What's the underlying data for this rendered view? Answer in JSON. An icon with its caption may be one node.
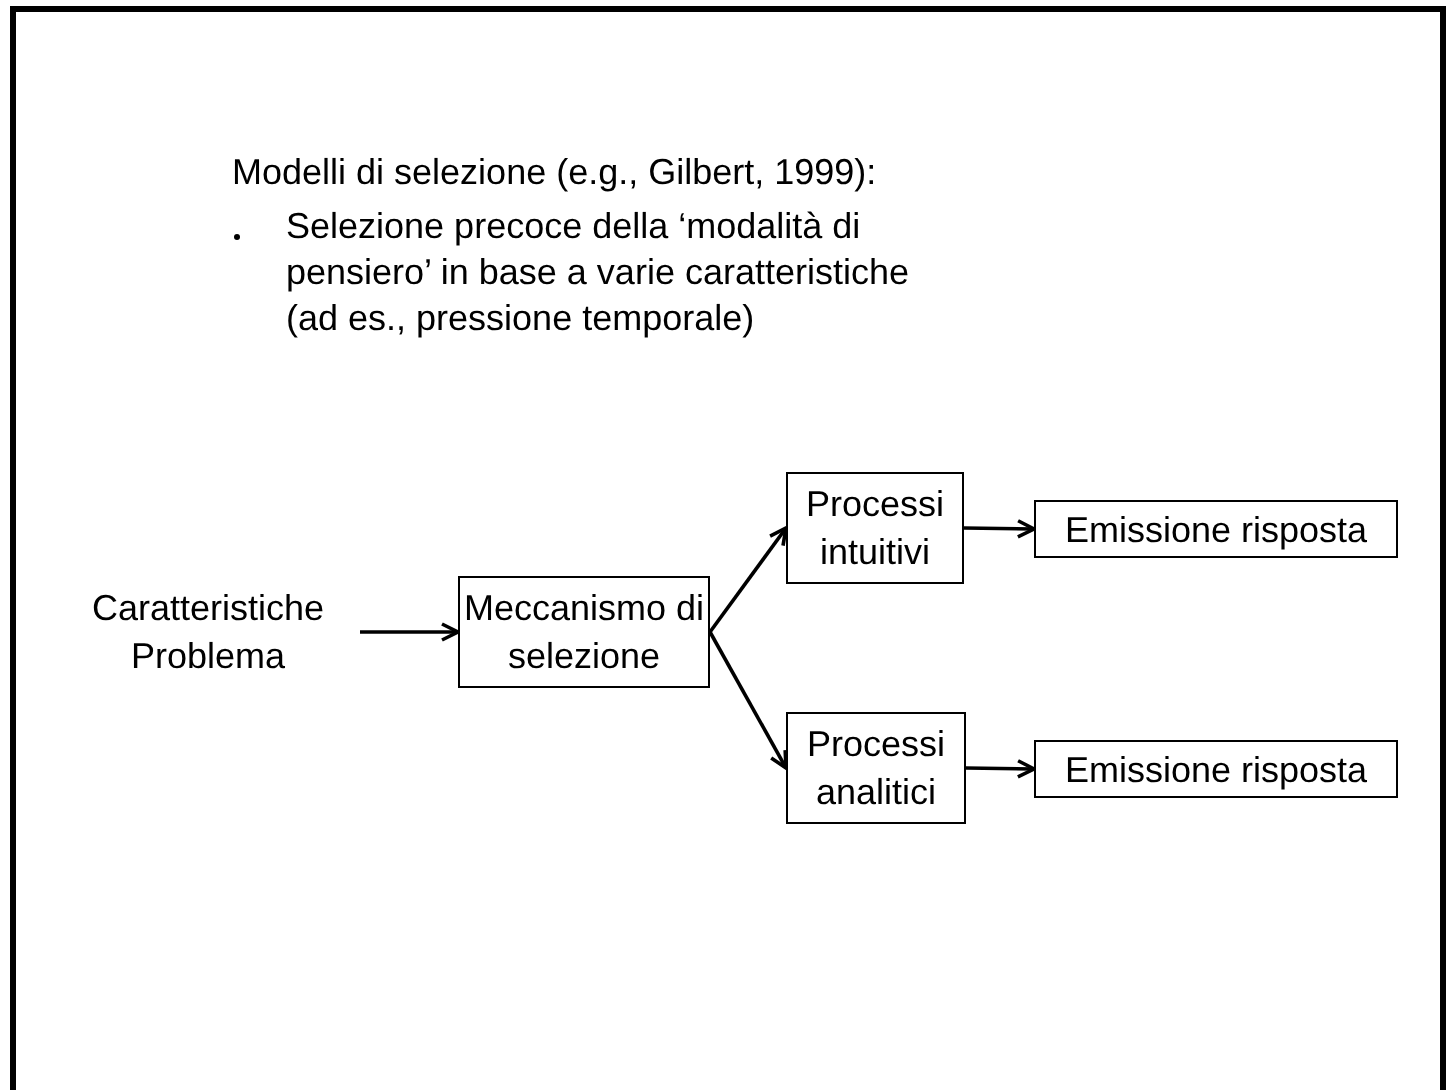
{
  "diagram": {
    "nodes": [
      {
        "text": [
          "Caratteristiche Problema"
        ]
      },
      {
        "text": [
          "Meccanismo di selezione"
        ]
      },
      {
        "text": [
          "Processi intuitivi"
        ]
      },
      {
        "text": [
          "Processi analitici"
        ]
      },
      {
        "text": [
          "Emissione risposta"
        ]
      },
      {
        "text": [
          "Emissione risposta"
        ]
      }
    ],
    "edges": [
      {
        "from": 0,
        "to": 1,
        "arrow": "to"
      },
      {
        "from": 1,
        "to": 2,
        "arrow": "to"
      },
      {
        "from": 1,
        "to": 3,
        "arrow": "to"
      },
      {
        "from": 2,
        "to": 4,
        "arrow": "to"
      },
      {
        "from": 3,
        "to": 5,
        "arrow": "to"
      }
    ],
    "labels": [
      "Modelli di selezione (e.g., Gilbert, 1999):",
      "Selezione precoce della ‘modalità di pensiero’ in base a varie caratteristiche (ad es., pressione temporale)"
    ]
  }
}
